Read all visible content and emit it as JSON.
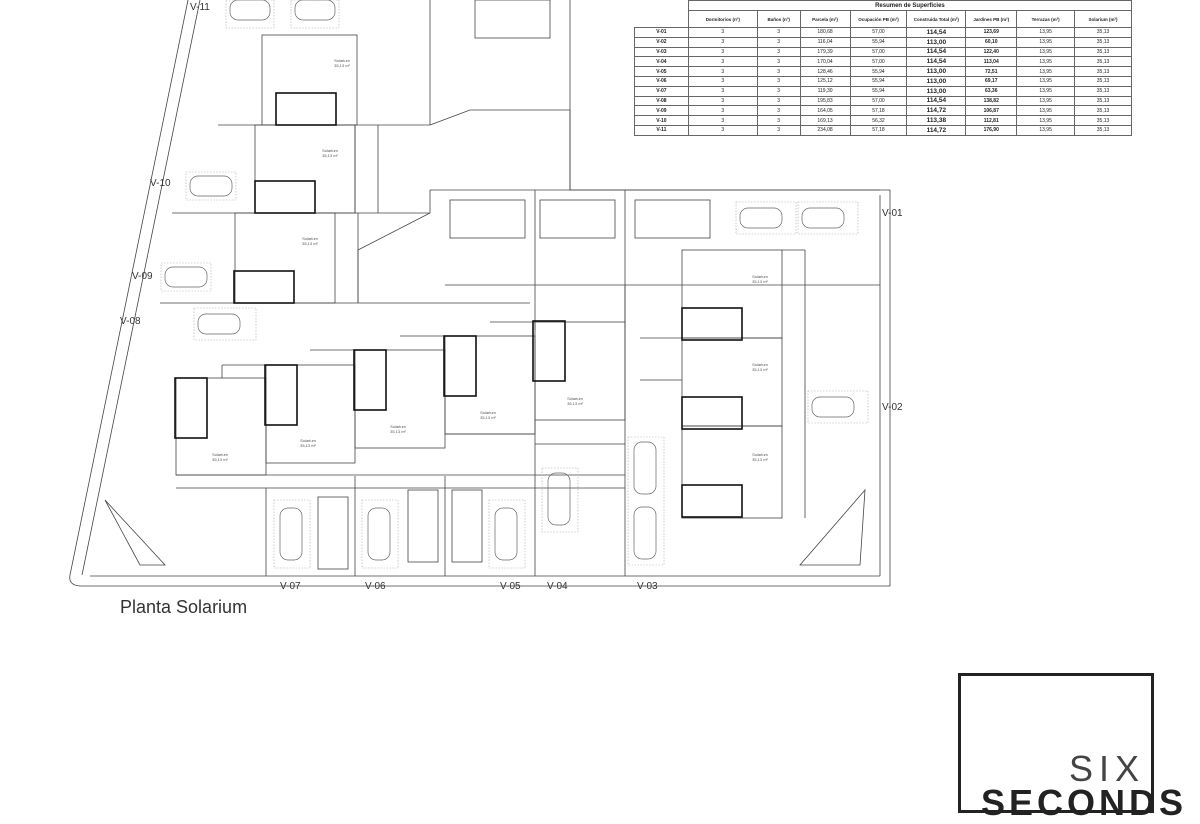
{
  "plan_title": "Planta Solarium",
  "units": [
    "V-11",
    "V-10",
    "V-09",
    "V-08",
    "V-01",
    "V-02",
    "V-07",
    "V-06",
    "V-05",
    "V-04",
    "V-03"
  ],
  "solarium_label": "Solarium",
  "solarium_area": "35,13 m²",
  "table": {
    "title": "Resumen de Superficies",
    "headers": [
      "Dormitorios (nº)",
      "Baños (nº)",
      "Parcela (m²)",
      "Ocupación PB (m²)",
      "Construida Total (m²)",
      "Jardines PB (m²)",
      "Terrazas (m²)",
      "Solarium (m²)"
    ],
    "rows": [
      [
        "V-01",
        "3",
        "3",
        "180,68",
        "57,00",
        "114,54",
        "123,69",
        "13,95",
        "35,13"
      ],
      [
        "V-02",
        "3",
        "3",
        "116,04",
        "55,94",
        "113,00",
        "60,10",
        "13,95",
        "35,13"
      ],
      [
        "V-03",
        "3",
        "3",
        "179,39",
        "57,00",
        "114,54",
        "122,40",
        "13,95",
        "35,13"
      ],
      [
        "V-04",
        "3",
        "3",
        "170,04",
        "57,00",
        "114,54",
        "113,04",
        "13,95",
        "35,13"
      ],
      [
        "V-05",
        "3",
        "3",
        "128,46",
        "55,94",
        "113,00",
        "72,51",
        "13,95",
        "35,13"
      ],
      [
        "V-06",
        "3",
        "3",
        "125,12",
        "55,94",
        "113,00",
        "69,17",
        "13,95",
        "35,13"
      ],
      [
        "V-07",
        "3",
        "3",
        "119,30",
        "55,94",
        "113,00",
        "63,36",
        "13,95",
        "35,13"
      ],
      [
        "V-08",
        "3",
        "3",
        "195,83",
        "57,00",
        "114,54",
        "138,82",
        "13,95",
        "35,13"
      ],
      [
        "V-09",
        "3",
        "3",
        "164,05",
        "57,18",
        "114,72",
        "106,87",
        "13,95",
        "35,13"
      ],
      [
        "V-10",
        "3",
        "3",
        "169,13",
        "56,32",
        "113,38",
        "112,81",
        "13,95",
        "35,13"
      ],
      [
        "V-11",
        "3",
        "3",
        "234,08",
        "57,18",
        "114,72",
        "176,90",
        "13,95",
        "35,13"
      ]
    ]
  },
  "logo": {
    "line1": "SIX",
    "line2": "SECONDS"
  }
}
